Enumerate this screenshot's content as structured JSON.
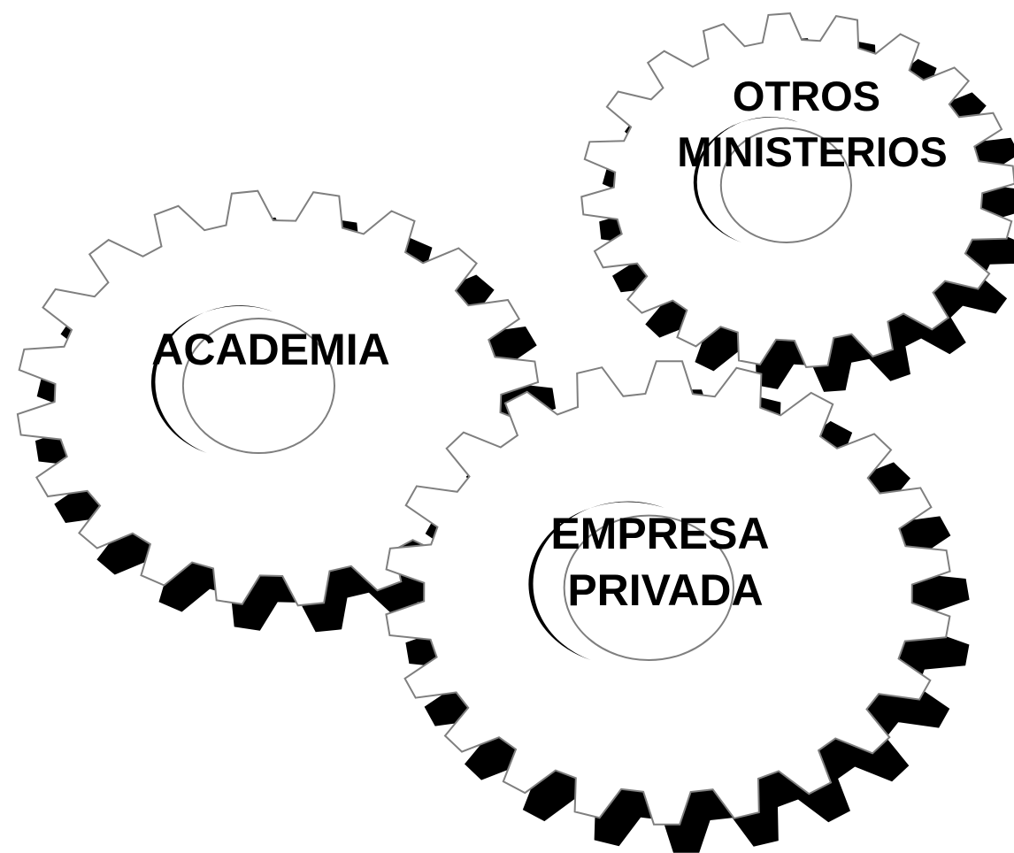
{
  "gears": [
    {
      "id": "academia",
      "label_lines": [
        "ACADEMIA"
      ],
      "teeth": 20
    },
    {
      "id": "otros-ministerios",
      "label_lines": [
        "OTROS",
        "MINISTERIOS"
      ],
      "teeth": 20
    },
    {
      "id": "empresa-privada",
      "label_lines": [
        "EMPRESA",
        "PRIVADA"
      ],
      "teeth": 22
    }
  ],
  "colors": {
    "background": "#ffffff",
    "gear_face": "#ffffff",
    "gear_shadow": "#000000",
    "outline": "#7f7f7f",
    "text": "#000000"
  }
}
